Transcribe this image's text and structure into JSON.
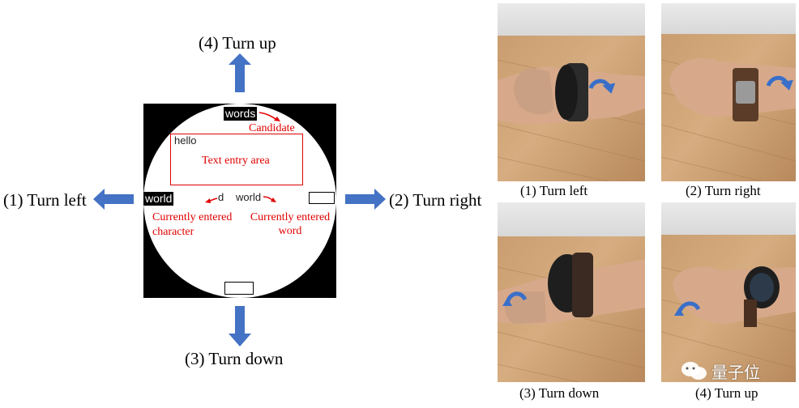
{
  "directions": {
    "up": "(4) Turn up",
    "left": "(1) Turn left",
    "right": "(2) Turn right",
    "down": "(3) Turn down"
  },
  "watch_ui": {
    "candidate_word": "words",
    "candidate_label": "Candidate",
    "entered_text": "hello",
    "text_entry_label": "Text entry area",
    "left_word": "world",
    "current_char": "d",
    "current_word": "world",
    "current_char_label_1": "Currently entered",
    "current_char_label_2": "character",
    "current_word_label": "Currently entered word"
  },
  "photos": [
    {
      "caption": "(1) Turn left"
    },
    {
      "caption": "(2) Turn right"
    },
    {
      "caption": "(3) Turn down"
    },
    {
      "caption": "(4) Turn up"
    }
  ],
  "watermark": "量子位",
  "colors": {
    "arrow_blue": "#4472c4",
    "annotation_red": "#e00000",
    "curl_arrow_blue": "#3a6fc9"
  }
}
